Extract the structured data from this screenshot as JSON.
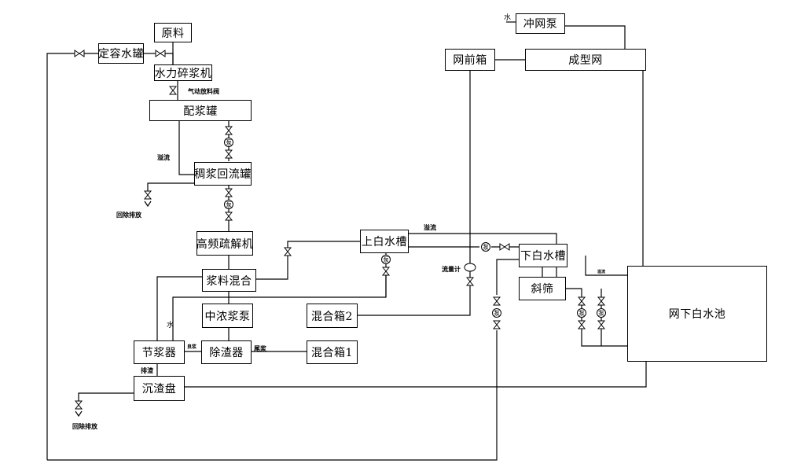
{
  "boxes": {
    "raw_material": "原料",
    "fixed_volume_tank": "定容水罐",
    "hydrapulper": "水力碎浆机",
    "mixing_tank": "配浆罐",
    "thick_stock_tank": "稠浆回流罐",
    "deflaker": "高频疏解机",
    "stock_mixing": "浆料混合",
    "medium_pump": "中浓浆泵",
    "stock_saver": "节浆器",
    "desander": "除渣器",
    "mixbox2": "混合箱2",
    "mixbox1": "混合箱1",
    "sediment_tray": "沉渣盘",
    "upper_whitewater": "上白水槽",
    "lower_whitewater": "下白水槽",
    "inclined_screen": "斜筛",
    "whitewater_pool": "网下白水池",
    "headbox": "网前箱",
    "forming_wire": "成型网",
    "wire_wash_pump": "冲网泵"
  },
  "labels": {
    "pneumatic_valve": "气动放料阀",
    "overflow_left": "溢流",
    "recycle_discharge_top": "回除排放",
    "recycle_discharge_bottom": "回除排放",
    "water_top": "水",
    "water_left": "水",
    "good_stock": "良浆",
    "tailings": "尾浆",
    "slag_discharge": "排渣",
    "overflow_right": "溢流",
    "flow_meter": "流量计",
    "pool_inlet": "溢流"
  },
  "pump_symbol_text": "泵"
}
